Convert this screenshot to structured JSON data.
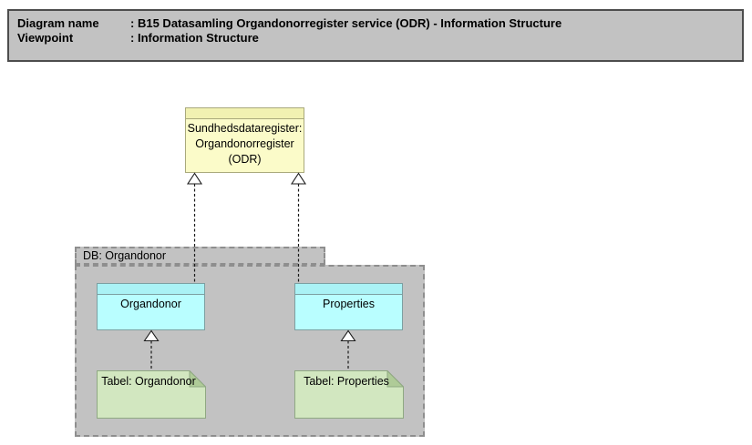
{
  "header": {
    "rows": [
      {
        "label": "Diagram name",
        "separator": ":",
        "value": "B15 Datasamling Organdonorregister service (ODR) - Information Structure"
      },
      {
        "label": "Viewpoint",
        "separator": ":",
        "value": "Information Structure"
      }
    ]
  },
  "diagram": {
    "service_node": {
      "lines": [
        "Sundhedsdataregister:",
        "Organdonorregister",
        "(ODR)"
      ],
      "full_label": "Sundhedsdataregister: Organdonorregister (ODR)",
      "fill": "#FBFBC9",
      "band_fill": "#F1F1B2",
      "border": "#A9A97C"
    },
    "group": {
      "label": "DB: Organdonor",
      "fill": "#C2C2C2",
      "border": "#8E8E8E"
    },
    "entities": [
      {
        "label": "Organdonor",
        "fill": "#B9FEFF",
        "band_fill": "#AAF2F5",
        "border": "#7C9FA1"
      },
      {
        "label": "Properties",
        "fill": "#B9FEFF",
        "band_fill": "#AAF2F5",
        "border": "#7C9FA1"
      }
    ],
    "tables": [
      {
        "label": "Tabel: Organdonor",
        "fill": "#D2E7C0",
        "fold_fill": "#AFCB98",
        "border": "#8FA882"
      },
      {
        "label": "Tabel: Properties",
        "fill": "#D2E7C0",
        "fold_fill": "#AFCB98",
        "border": "#8FA882"
      }
    ],
    "relationships": [
      {
        "type": "realization",
        "style": "dashed-hollow-triangle",
        "from": "Organdonor",
        "to": "Sundhedsdataregister: Organdonorregister (ODR)"
      },
      {
        "type": "realization",
        "style": "dashed-hollow-triangle",
        "from": "Properties",
        "to": "Sundhedsdataregister: Organdonorregister (ODR)"
      },
      {
        "type": "realization",
        "style": "dashed-hollow-triangle",
        "from": "Tabel: Organdonor",
        "to": "Organdonor"
      },
      {
        "type": "realization",
        "style": "dashed-hollow-triangle",
        "from": "Tabel: Properties",
        "to": "Properties"
      }
    ]
  },
  "palette": {
    "background": "#FFFFFF",
    "header_fill": "#C2C2C2",
    "header_border": "#4D4D4D",
    "connector": "#000000",
    "arrowhead_fill": "#FFFFFF"
  }
}
